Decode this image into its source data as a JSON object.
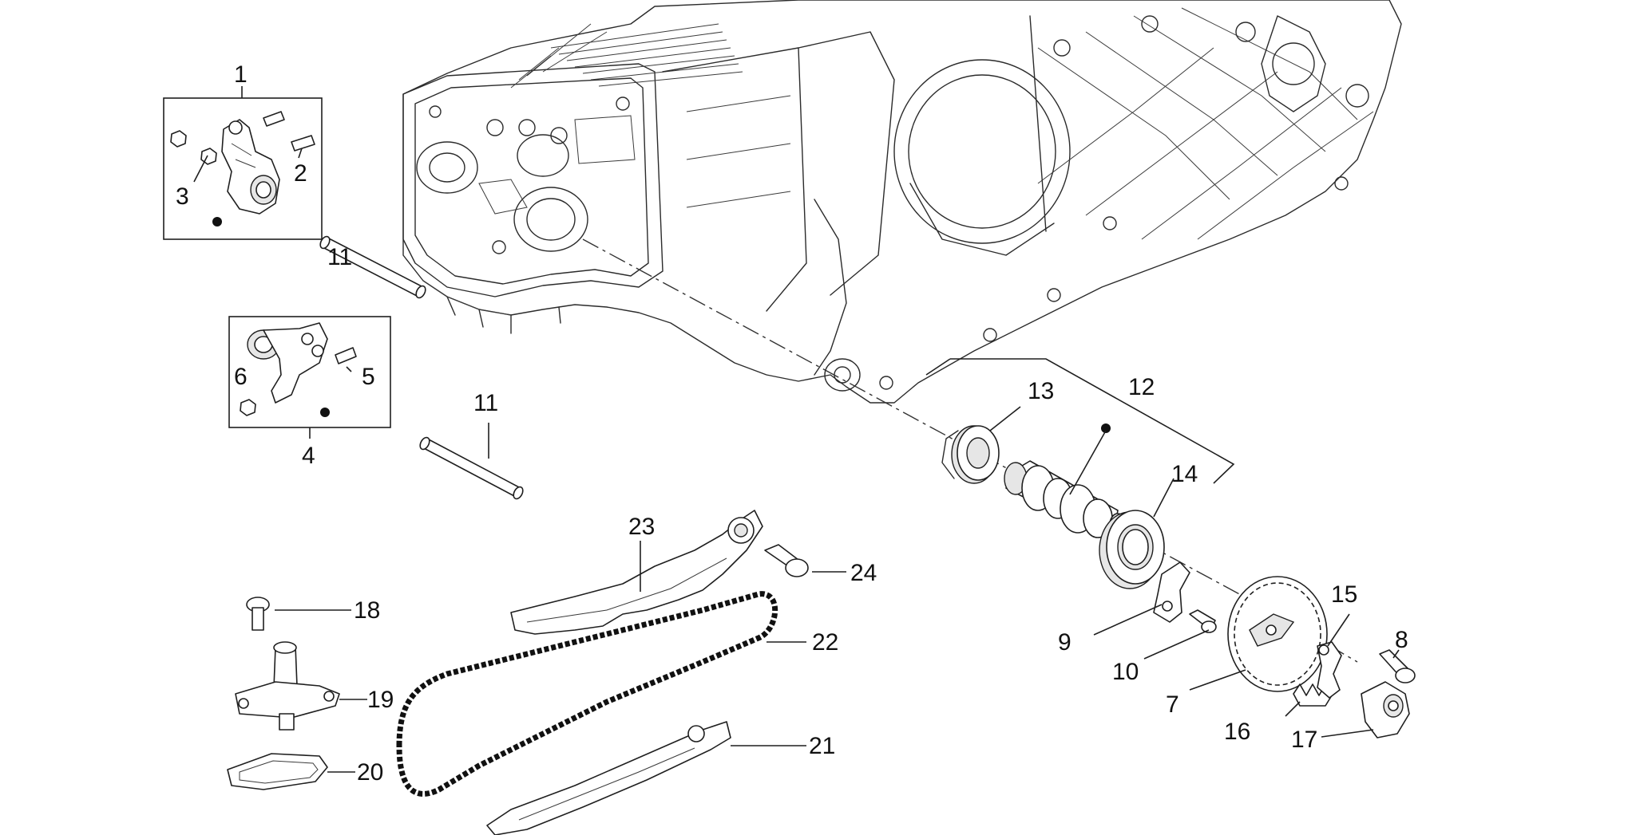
{
  "callouts": [
    {
      "id": "c1",
      "text": "1"
    },
    {
      "id": "c2",
      "text": "2"
    },
    {
      "id": "c3",
      "text": "3"
    },
    {
      "id": "c4",
      "text": "4"
    },
    {
      "id": "c5",
      "text": "5"
    },
    {
      "id": "c6",
      "text": "6"
    },
    {
      "id": "c7",
      "text": "7"
    },
    {
      "id": "c8",
      "text": "8"
    },
    {
      "id": "c9",
      "text": "9"
    },
    {
      "id": "c10",
      "text": "10"
    },
    {
      "id": "c11a",
      "text": "11"
    },
    {
      "id": "c11b",
      "text": "11"
    },
    {
      "id": "c12",
      "text": "12"
    },
    {
      "id": "c13",
      "text": "13"
    },
    {
      "id": "c14",
      "text": "14"
    },
    {
      "id": "c15",
      "text": "15"
    },
    {
      "id": "c16",
      "text": "16"
    },
    {
      "id": "c17",
      "text": "17"
    },
    {
      "id": "c18",
      "text": "18"
    },
    {
      "id": "c19",
      "text": "19"
    },
    {
      "id": "c20",
      "text": "20"
    },
    {
      "id": "c21",
      "text": "21"
    },
    {
      "id": "c22",
      "text": "22"
    },
    {
      "id": "c23",
      "text": "23"
    },
    {
      "id": "c24",
      "text": "24"
    }
  ]
}
